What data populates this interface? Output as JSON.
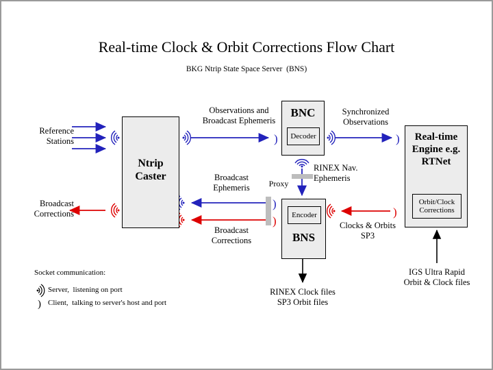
{
  "title": "Real-time Clock & Orbit Corrections Flow Chart",
  "subtitle": "BKG Ntrip State Space Server  (BNS)",
  "colors": {
    "blue": "#2222bb",
    "red": "#dd0000",
    "box_fill": "#ececec",
    "box_border": "#000000",
    "gray_bar": "#bdbdbd",
    "frame": "#9a9a9a"
  },
  "boxes": {
    "caster": {
      "label": "Ntrip\nCaster"
    },
    "bnc": {
      "label": "BNC",
      "inner": "Decoder"
    },
    "bns": {
      "label": "BNS",
      "inner": "Encoder"
    },
    "engine": {
      "label": "Real-time\nEngine\ne.g. RTNet",
      "inner": "Orbit/Clock\nCorrections"
    }
  },
  "labels": {
    "reference_stations": "Reference\nStations",
    "broadcast_corrections_left": "Broadcast\nCorrections",
    "observations_and_ephemeris": "Observations and\nBroadcast Ephemeris",
    "synchronized_observations": "Synchronized\nObservations",
    "rinex_nav_ephemeris": "RINEX Nav.\nEphemeris",
    "proxy": "Proxy",
    "broadcast_ephemeris": "Broadcast\nEphemeris",
    "broadcast_corrections_mid": "Broadcast\nCorrections",
    "clocks_and_orbits": "Clocks & Orbits\nSP3",
    "rinex_clock_files": "RINEX Clock files\nSP3 Orbit files",
    "igs_ultra_rapid": "IGS Ultra Rapid\nOrbit & Clock files"
  },
  "legend": {
    "heading": "Socket communication:",
    "server": "Server,  listening on port",
    "client": "Client,  talking to server's host and port",
    "server_icon": "server-socket-icon",
    "client_icon": "client-socket-icon"
  }
}
